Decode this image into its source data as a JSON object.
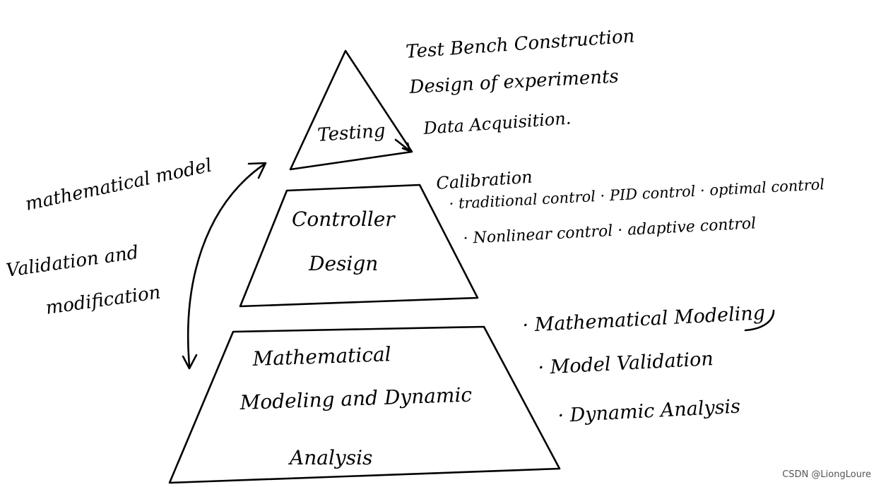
{
  "pyramid": {
    "top_label": "Testing",
    "middle_label_line1": "Controller",
    "middle_label_line2": "Design",
    "bottom_label_line1": "Mathematical",
    "bottom_label_line2": "Modeling and Dynamic",
    "bottom_label_line3": "Analysis"
  },
  "testing_notes": {
    "line1": "Test Bench Construction",
    "line2": "Design of experiments",
    "line3": "Data Acquisition."
  },
  "controller_notes": {
    "line1": "Calibration",
    "line2": "· traditional control  · PID control  · optimal control",
    "line3": "· Nonlinear control  · adaptive control"
  },
  "modeling_notes": {
    "item1": "· Mathematical Modeling",
    "item2": "· Model Validation",
    "item3": "· Dynamic Analysis"
  },
  "left_notes": {
    "top": "mathematical model",
    "bottom_line1": "Validation and",
    "bottom_line2": "modification"
  },
  "watermark": "CSDN @LiongLoure"
}
